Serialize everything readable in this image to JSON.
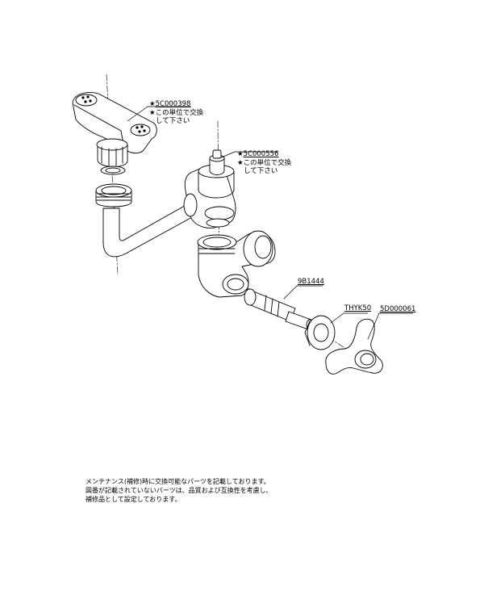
{
  "parts": [
    {
      "code": "5C000398",
      "note_line1": "★この単位で交換",
      "note_line2": "して下さい",
      "starred": true
    },
    {
      "code": "5C000556",
      "note_line1": "★この単位で交換",
      "note_line2": "して下さい",
      "starred": true
    },
    {
      "code": "9B1444"
    },
    {
      "code": "THYK50"
    },
    {
      "code": "5D000061"
    }
  ],
  "star": "★",
  "footer_notes": [
    "メンテナンス(補修)時に交換可能なパーツを記載しております。",
    "図番が記載されていないパーツは、品質および互換性を考慮し、",
    "補修品として設定しております。"
  ]
}
